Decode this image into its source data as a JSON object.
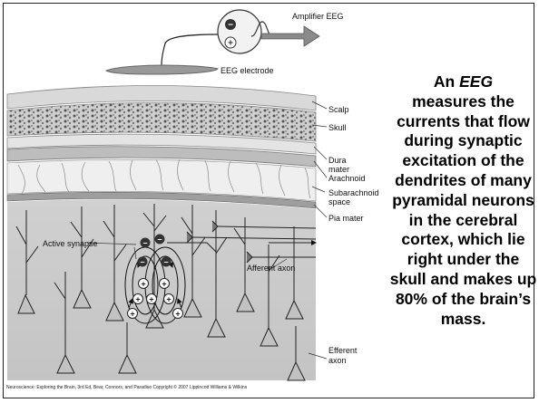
{
  "figure": {
    "amplifier_label": "Amplifier EEG",
    "electrode_label": "EEG electrode",
    "layer_labels": {
      "scalp": "Scalp",
      "skull": "Skull",
      "dura_1": "Dura",
      "dura_2": "mater",
      "arachnoid": "Arachnoid",
      "subarachnoid_1": "Subarachnoid",
      "subarachnoid_2": "space",
      "pia": "Pia mater"
    },
    "active_synapse_label": "Active synapse",
    "afferent_axon_label": "Afferent axon",
    "efferent_axon_1": "Efferent",
    "efferent_axon_2": "axon",
    "signs": {
      "minus": "−",
      "plus": "+"
    }
  },
  "caption": {
    "line1_prefix": "An ",
    "line1_term": "EEG",
    "rest": "measures the currents that flow during synaptic excitation of the dendrites of many pyramidal neurons in the cerebral cortex, which lie right under the skull and makes up 80% of the brain’s mass."
  },
  "credit": "Neuroscience: Exploring the Brain, 3rd Ed, Bear, Connors, and Paradiso Copyright © 2007 Lippincott Williams & Wilkins"
}
